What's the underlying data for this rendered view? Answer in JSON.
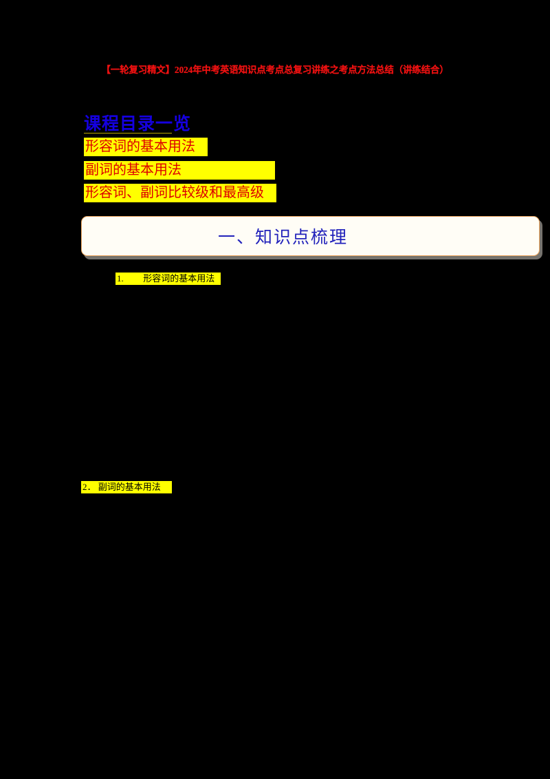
{
  "document": {
    "title": "【一轮复习精文】2024年中考英语知识点考点总复习讲练之考点方法总结（讲练结合）",
    "background_color": "#000000"
  },
  "catalog": {
    "heading": "课程目录一览",
    "heading_color": "#1500e0",
    "highlight_color": "#ffff00",
    "items": [
      {
        "label": "形容词的基本用法",
        "color": "#dd0000"
      },
      {
        "label": "副词的基本用法",
        "color": "#dd0000"
      },
      {
        "label": "形容词、副词比较级和最高级",
        "color": "#dd0000"
      }
    ]
  },
  "section": {
    "title": "一、知识点梳理",
    "title_color": "#2222bb",
    "border_color": "#f0a860",
    "fill_color": "#fffdf6"
  },
  "knowledge_points": [
    {
      "number": "1.",
      "label": "形容词的基本用法"
    },
    {
      "number": "2．",
      "label": "副词的基本用法"
    }
  ]
}
